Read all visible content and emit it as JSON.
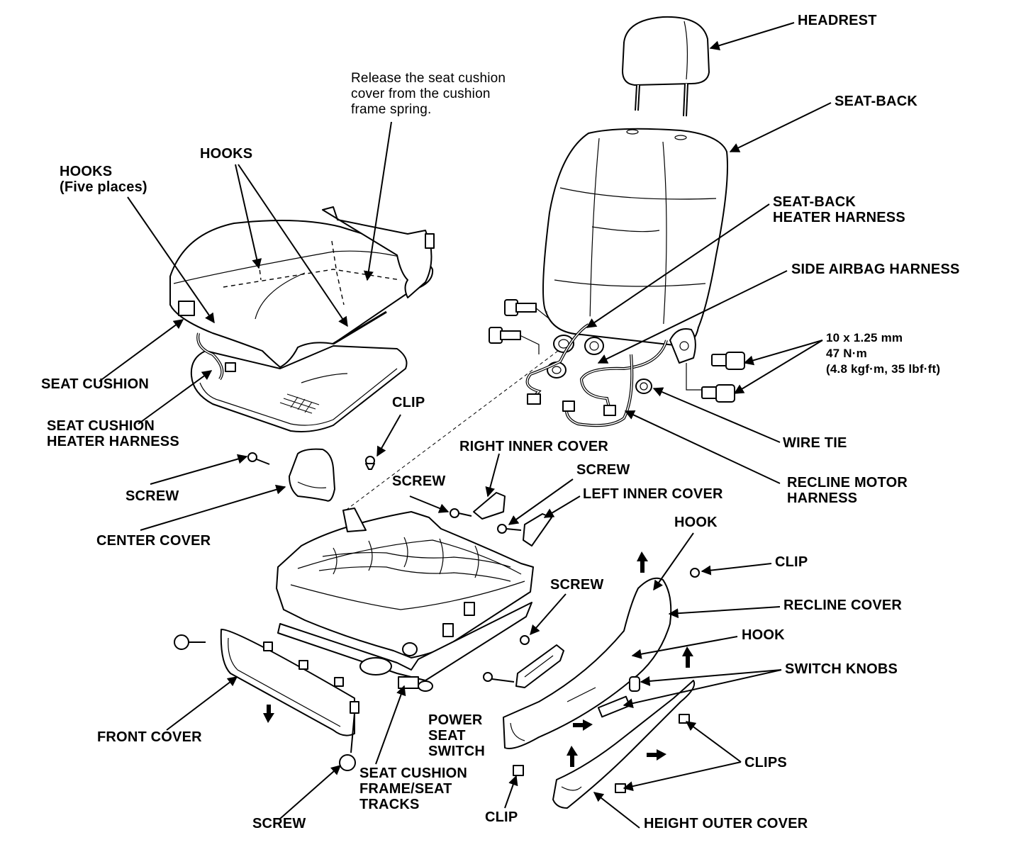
{
  "labels": {
    "headrest": "HEADREST",
    "seat_back": "SEAT-BACK",
    "seat_back_heater_harness": "SEAT-BACK\nHEATER HARNESS",
    "side_airbag_harness": "SIDE AIRBAG HARNESS",
    "torque_spec": "10 x 1.25 mm\n47 N·m\n(4.8 kgf·m, 35 lbf·ft)",
    "wire_tie": "WIRE TIE",
    "recline_motor_harness": "RECLINE MOTOR\nHARNESS",
    "release_note": "Release the seat cushion\ncover from the cushion\nframe spring.",
    "hooks_top": "HOOKS",
    "hooks_five": "HOOKS\n(Five places)",
    "seat_cushion": "SEAT CUSHION",
    "seat_cushion_heater_harness": "SEAT CUSHION\nHEATER HARNESS",
    "clip_top": "CLIP",
    "screw_left": "SCREW",
    "center_cover": "CENTER COVER",
    "right_inner_cover": "RIGHT INNER COVER",
    "screw_mid": "SCREW",
    "screw_right": "SCREW",
    "left_inner_cover": "LEFT INNER COVER",
    "hook_upper": "HOOK",
    "clip_right": "CLIP",
    "recline_cover": "RECLINE COVER",
    "screw_power": "SCREW",
    "hook_lower": "HOOK",
    "switch_knobs": "SWITCH KNOBS",
    "clips": "CLIPS",
    "power_seat_switch": "POWER\nSEAT\nSWITCH",
    "front_cover": "FRONT COVER",
    "seat_cushion_frame": "SEAT CUSHION\nFRAME/SEAT\nTRACKS",
    "clip_bottom": "CLIP",
    "screw_bottom": "SCREW",
    "height_outer_cover": "HEIGHT OUTER COVER"
  }
}
